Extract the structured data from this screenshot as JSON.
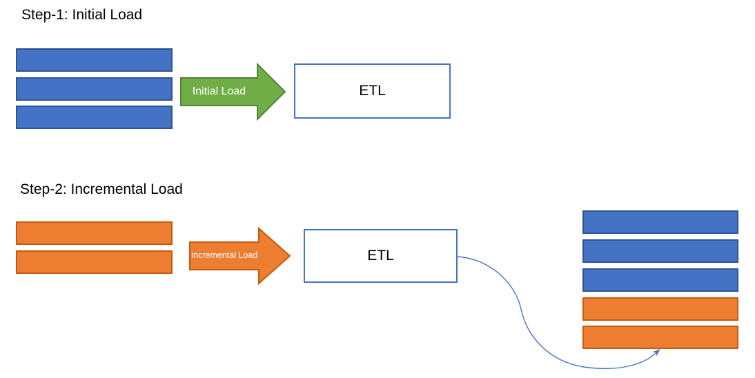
{
  "colors": {
    "background": "#FFFFFF",
    "blue_fill": "#4472C4",
    "blue_border": "#2F5597",
    "orange_fill": "#ED7D31",
    "orange_border": "#C55A11",
    "green_fill": "#70AD47",
    "green_border": "#548235",
    "box_fill": "#FFFFFF",
    "box_border": "#4472C4",
    "connector": "#4472C4",
    "arrow_label_text": "#FFFFFF",
    "title_text": "#000000"
  },
  "step1": {
    "title": "Step-1: Initial Load",
    "arrow_label": "Initial Load",
    "etl_label": "ETL",
    "source_bar_count": 3,
    "source_bar_color": "blue"
  },
  "step2": {
    "title": "Step-2: Incremental Load",
    "arrow_label": "Incremental Load",
    "etl_label": "ETL",
    "source_bar_count": 2,
    "source_bar_color": "orange",
    "target_stack": {
      "blue_bar_count": 3,
      "orange_bar_count": 2,
      "order": "blue bars on top, orange bars appended below"
    }
  }
}
